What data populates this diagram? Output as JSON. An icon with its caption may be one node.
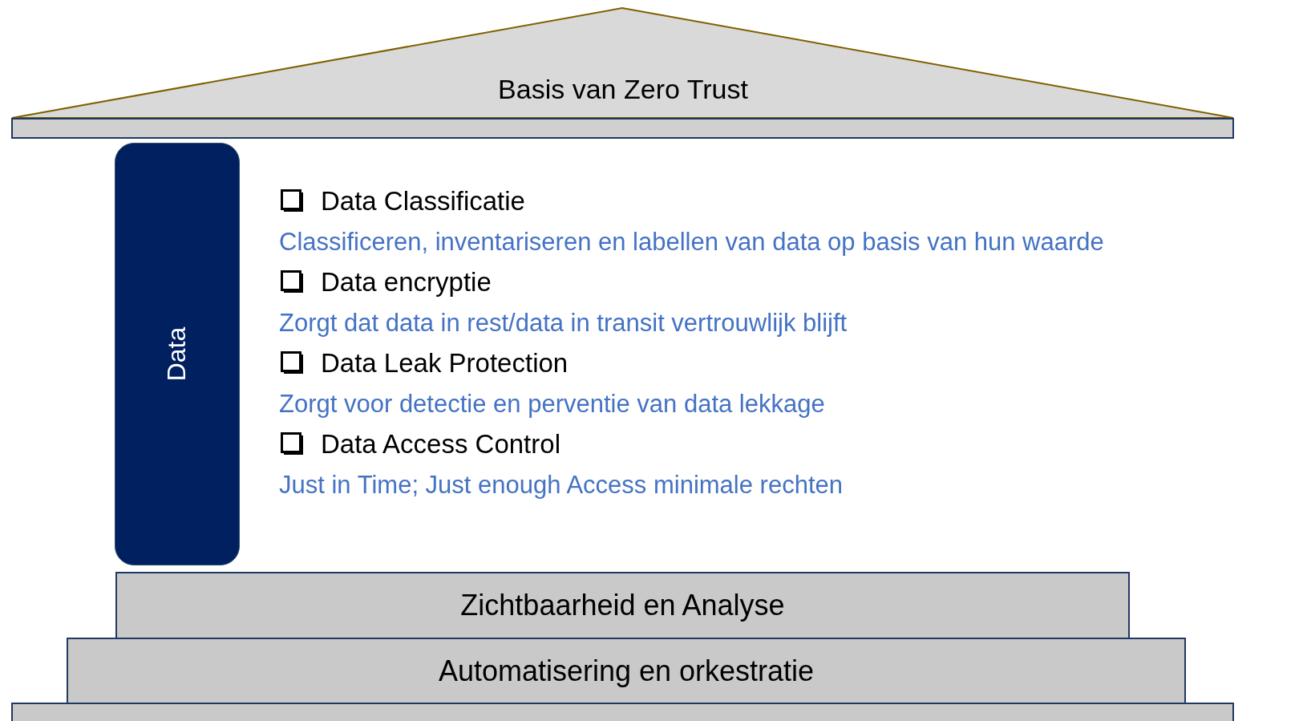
{
  "diagram": {
    "nodes": [
      {
        "text": [
          "Basis van Zero Trust"
        ]
      },
      {
        "text": [],
        "shape": "bar"
      },
      {
        "text": [
          "Data"
        ]
      },
      {
        "text": [
          "Zichtbaarheid en Analyse"
        ]
      },
      {
        "text": [
          "Automatisering en orkestratie"
        ]
      },
      {
        "text": [],
        "shape": "box"
      }
    ],
    "labels": [
      "Data Classificatie",
      "Classificeren, inventariseren en labellen van data op basis van hun waarde",
      "Data encryptie",
      "Zorgt dat data in rest/data in transit vertrouwlijk blijft",
      "Data Leak Protection",
      "Zorgt voor detectie en perventie van data lekkage",
      "Data Access Control",
      "Just in Time; Just enough Access minimale rechten"
    ]
  }
}
